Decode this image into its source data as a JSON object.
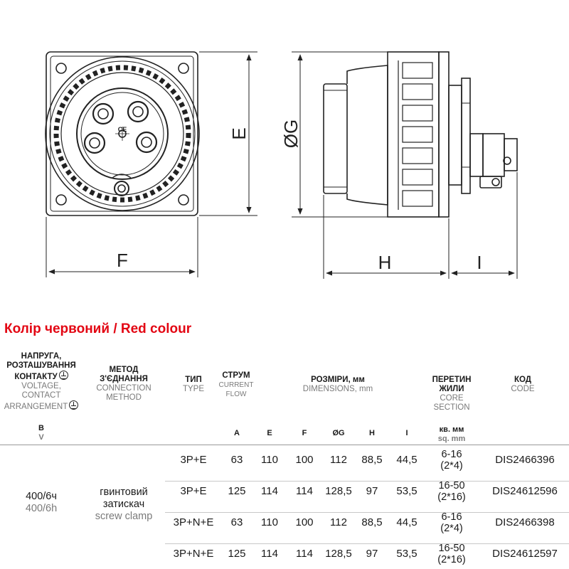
{
  "drawing": {
    "labels": {
      "E": "E",
      "F": "F",
      "G": "ØG",
      "H": "H",
      "I": "I",
      "ce": "CE"
    }
  },
  "title": "Колір червоний / Red colour",
  "headers": {
    "voltage": {
      "ua1": "НАПРУГА,",
      "ua2": "РОЗТАШУВАННЯ",
      "ua3": "КОНТАКТУ",
      "en1": "VOLTAGE,",
      "en2": "CONTACT",
      "en3": "ARRANGEMENT"
    },
    "method": {
      "ua1": "МЕТОД",
      "ua2": "З'ЄДНАННЯ",
      "en1": "CONNECTION",
      "en2": "METHOD"
    },
    "type": {
      "ua": "ТИП",
      "en": "TYPE"
    },
    "current": {
      "ua": "СТРУМ",
      "en1": "CURRENT",
      "en2": "FLOW"
    },
    "dimensions": {
      "ua": "РОЗМІРИ, мм",
      "en": "DIMENSIONS, mm"
    },
    "section": {
      "ua1": "ПЕРЕТИН",
      "ua2": "ЖИЛИ",
      "en1": "CORE",
      "en2": "SECTION"
    },
    "code": {
      "ua": "КОД",
      "en": "CODE"
    }
  },
  "units": {
    "voltage_ua": "В",
    "voltage_en": "V",
    "A": "A",
    "E": "E",
    "F": "F",
    "G": "ØG",
    "H": "H",
    "I": "I",
    "sq_ua": "кв. мм",
    "sq_en": "sq. mm"
  },
  "shared": {
    "voltage_ua": "400/6ч",
    "voltage_en": "400/6h",
    "method_ua1": "гвинтовий",
    "method_ua2": "затискач",
    "method_en": "screw clamp"
  },
  "rows": [
    {
      "type": "3P+E",
      "a": "63",
      "e": "110",
      "f": "100",
      "g": "112",
      "h": "88,5",
      "i": "44,5",
      "sec1": "6-16",
      "sec2": "(2*4)",
      "code": "DIS2466396"
    },
    {
      "type": "3P+E",
      "a": "125",
      "e": "114",
      "f": "114",
      "g": "128,5",
      "h": "97",
      "i": "53,5",
      "sec1": "16-50",
      "sec2": "(2*16)",
      "code": "DIS24612596"
    },
    {
      "type": "3P+N+E",
      "a": "63",
      "e": "110",
      "f": "100",
      "g": "112",
      "h": "88,5",
      "i": "44,5",
      "sec1": "6-16",
      "sec2": "(2*4)",
      "code": "DIS2466398"
    },
    {
      "type": "3P+N+E",
      "a": "125",
      "e": "114",
      "f": "114",
      "g": "128,5",
      "h": "97",
      "i": "53,5",
      "sec1": "16-50",
      "sec2": "(2*16)",
      "code": "DIS24612597"
    }
  ]
}
